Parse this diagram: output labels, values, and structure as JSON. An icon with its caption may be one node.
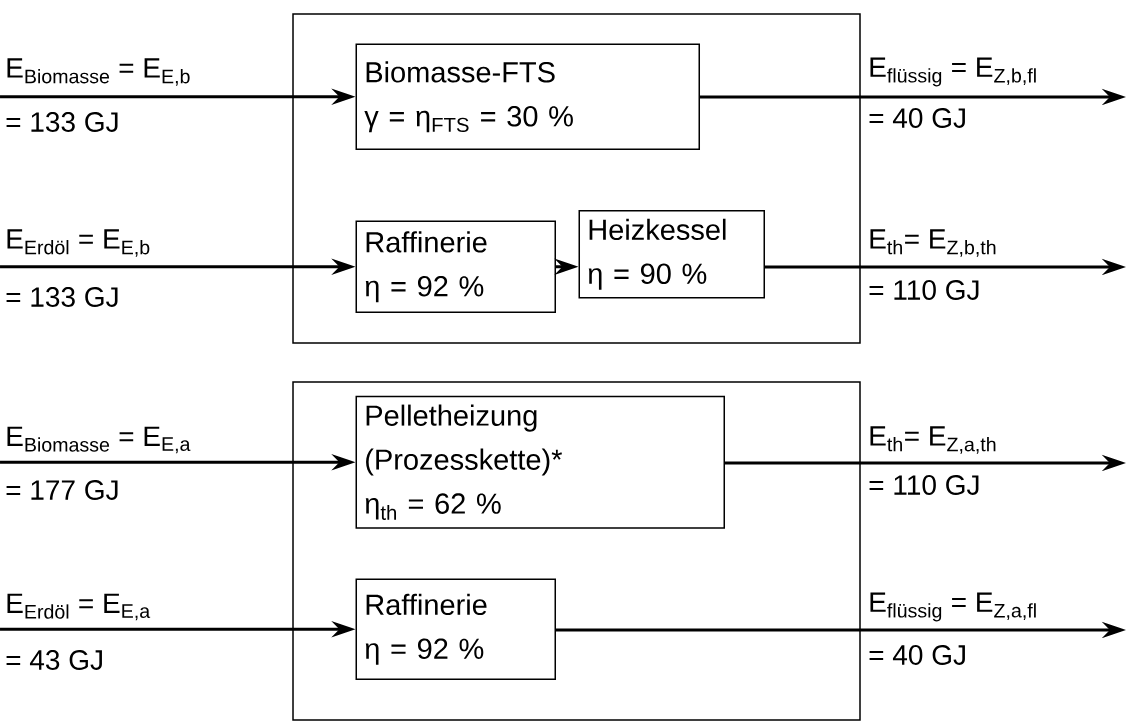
{
  "diagram": {
    "nodes": [
      {
        "text": [],
        "shape": "box"
      },
      {
        "text": [
          "Biomasse-FTS",
          "γ = η$_{FTS}$ = 30 %"
        ],
        "in": 0
      },
      {
        "text": [
          "Raffinerie",
          "η = 92 %"
        ],
        "in": 0
      },
      {
        "text": [
          "Heizkessel",
          "η = 90 %"
        ],
        "in": 0
      },
      {
        "text": [],
        "shape": "box"
      },
      {
        "text": [
          "Pelletheizung (Prozesskette)*",
          "η$_{th}$ = 62 %"
        ],
        "in": 4
      },
      {
        "text": [
          "Raffinerie",
          "η = 92 %"
        ],
        "in": 4
      }
    ],
    "edges": [
      {
        "from": null,
        "to": 1,
        "arrow": "to"
      },
      {
        "from": 1,
        "to": null,
        "arrow": "to"
      },
      {
        "from": null,
        "to": 2,
        "arrow": "to"
      },
      {
        "from": 2,
        "to": 3,
        "arrow": "to"
      },
      {
        "from": 3,
        "to": null,
        "arrow": "to"
      },
      {
        "from": null,
        "to": 5,
        "arrow": "to"
      },
      {
        "from": 5,
        "to": null,
        "arrow": "to"
      },
      {
        "from": null,
        "to": 6,
        "arrow": "to"
      },
      {
        "from": 6,
        "to": null,
        "arrow": "to"
      }
    ],
    "labels": [
      "E$_{Biomasse}$ = E$_{E,b}$",
      "E$_{flüssig}$ = E$_{Z,b,fl}$",
      "= 133 GJ",
      "= 40 GJ",
      "E$_{Erdöl}$ = E$_{E,b}$",
      "E$_{th}$= E$_{Z,b,th}$",
      "= 133 GJ",
      "= 110 GJ",
      "E$_{Biomasse}$ = E$_{E,a}$",
      "E$_{th}$= E$_{Z,a,th}$",
      "= 177 GJ",
      "= 110 GJ",
      "E$_{Erdöl}$ = E$_{E,a}$",
      "E$_{flüssig}$ = E$_{Z,a,fl}$",
      "= 43 GJ",
      "= 40 GJ"
    ]
  }
}
